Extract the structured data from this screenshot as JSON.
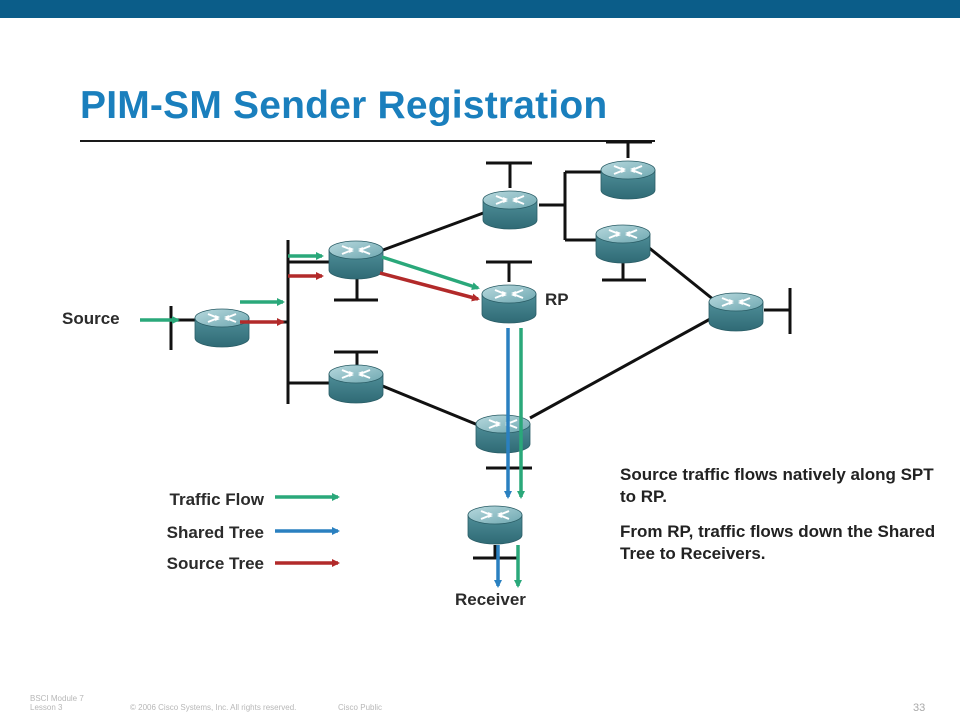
{
  "slide": {
    "title": "PIM-SM Sender Registration",
    "page_number": "33"
  },
  "labels": {
    "source": "Source",
    "rp": "RP",
    "receiver": "Receiver"
  },
  "legend": {
    "traffic_flow": "Traffic Flow",
    "shared_tree": "Shared Tree",
    "source_tree": "Source Tree"
  },
  "description": {
    "line1": "Source traffic flows natively along SPT to RP.",
    "line2": "From RP, traffic flows down the Shared Tree to Receivers."
  },
  "footer": {
    "module_line1": "BSCI Module 7",
    "module_line2": "Lesson 3",
    "copyright": "© 2006 Cisco Systems, Inc. All rights reserved.",
    "classification": "Cisco Public"
  },
  "colors": {
    "traffic_flow": "#2aa87a",
    "shared_tree": "#2a80c0",
    "source_tree": "#b22a2a",
    "title": "#1a7fbd",
    "topbar": "#0b5d89"
  }
}
